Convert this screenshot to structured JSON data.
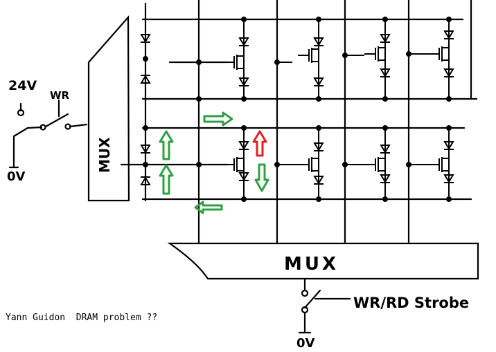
{
  "labels": {
    "supply": "24V",
    "write_switch": "WR",
    "ground_left": "0V",
    "mux_left": "MUX",
    "mux_bottom": "MUX",
    "strobe": "WR/RD Strobe",
    "ground_bottom": "0V"
  },
  "caption": "Yann Guidon  DRAM problem ??",
  "colors": {
    "ink": "#000000",
    "arrow_current": "#2ea043",
    "arrow_problem": "#e02020",
    "background": "#ffffff"
  },
  "icons": {
    "diode": "diode-icon",
    "mosfet": "mosfet-icon",
    "switch": "switch-icon",
    "arrow": "arrow-icon"
  }
}
